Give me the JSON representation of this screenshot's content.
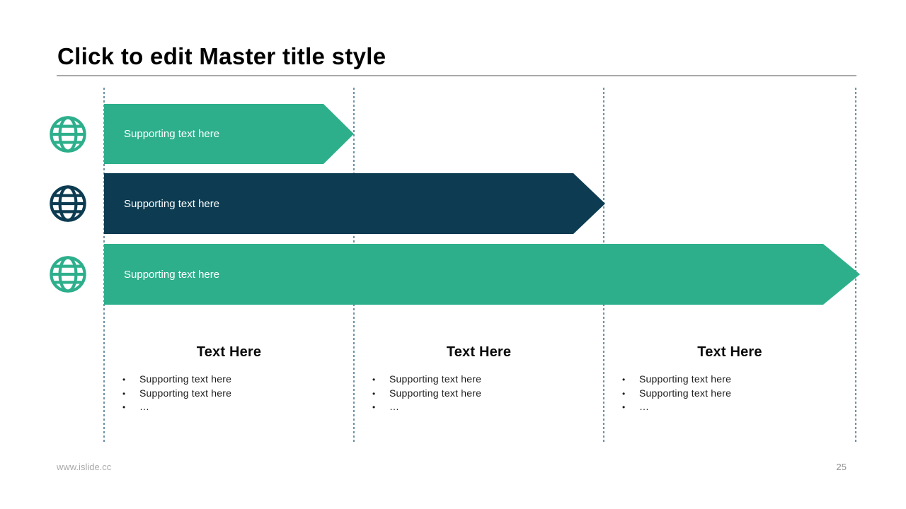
{
  "slide": {
    "title": "Click to edit Master title style",
    "footer_url": "www.islide.cc",
    "page_number": "25"
  },
  "ui": {
    "bullet_char": "•"
  },
  "colors": {
    "green": "#2EAF8C",
    "navy": "#0D3C52",
    "guide_dash": "#3C6E87",
    "title_rule_gray": "#A8A8A8",
    "footer_gray": "#A9A9A9",
    "arrow_text_white": "#FFFFFF"
  },
  "arrows": [
    {
      "label": "Supporting text here",
      "color": "green"
    },
    {
      "label": "Supporting text here",
      "color": "navy"
    },
    {
      "label": "Supporting text here",
      "color": "green"
    }
  ],
  "icons": [
    {
      "name": "globe-icon",
      "color": "green"
    },
    {
      "name": "globe-icon",
      "color": "navy"
    },
    {
      "name": "globe-icon",
      "color": "green"
    }
  ],
  "columns": [
    {
      "heading": "Text Here",
      "bullets": [
        "Supporting text here",
        "Supporting text here",
        "…"
      ]
    },
    {
      "heading": "Text Here",
      "bullets": [
        "Supporting text here",
        "Supporting text here",
        "…"
      ]
    },
    {
      "heading": "Text Here",
      "bullets": [
        "Supporting text here",
        "Supporting text here",
        "…"
      ]
    }
  ]
}
